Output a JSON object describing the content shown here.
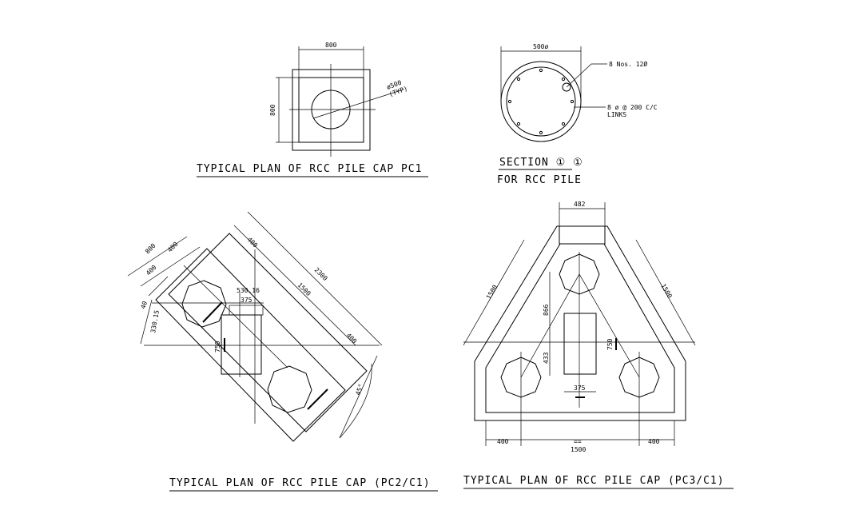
{
  "titles": {
    "pc1": "TYPICAL PLAN OF RCC PILE CAP PC1",
    "section": "SECTION ① ①",
    "section_sub": "FOR RCC PILE",
    "pc2": "TYPICAL PLAN OF RCC PILE CAP (PC2/C1)",
    "pc3": "TYPICAL PLAN OF RCC PILE CAP (PC3/C1)"
  },
  "pc1": {
    "width": "800",
    "height": "800",
    "pile": "ø500",
    "typ": "(TYP)"
  },
  "section": {
    "dia": "500ø",
    "bars": "8 Nos. 12Ø",
    "links": "8 ø @ 200 C/C",
    "links_label": "LINKS"
  },
  "pc2": {
    "d800": "800",
    "d400a": "400",
    "d400b": "400",
    "d400c": "400",
    "d2300": "2300",
    "d1500": "1500",
    "d400d": "400",
    "d40": "40",
    "d330": "330.15",
    "d530": "530.16",
    "d375": "375",
    "d750": "750",
    "angle": "45°"
  },
  "pc3": {
    "d482": "482",
    "d1500l": "1500",
    "d1500r": "1500",
    "d866": "866",
    "d433": "433",
    "d750": "750",
    "d375": "375",
    "d400l": "400",
    "deq": "==",
    "d400r": "400",
    "d1500b": "1500"
  }
}
